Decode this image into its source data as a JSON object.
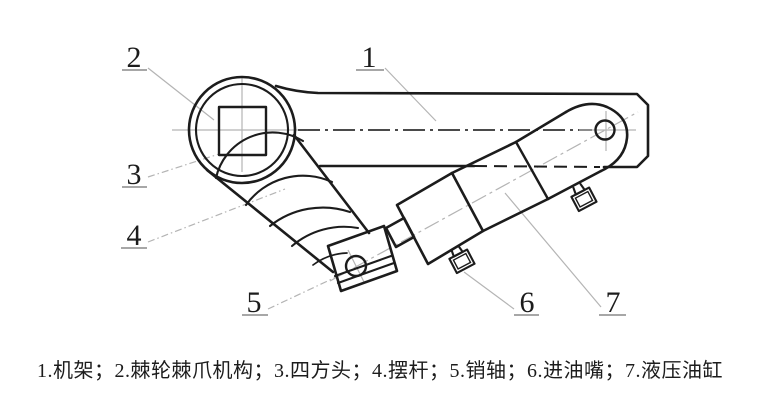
{
  "figure": {
    "kind": "mechanical engineering drawing",
    "caption": "1.机架；2.棘轮棘爪机构；3.四方头；4.摆杆；5.销轴；6.进油嘴；7.液压油缸",
    "labels": [
      {
        "num": "1",
        "part": "机架"
      },
      {
        "num": "2",
        "part": "棘轮棘爪机构"
      },
      {
        "num": "3",
        "part": "四方头"
      },
      {
        "num": "4",
        "part": "摆杆"
      },
      {
        "num": "5",
        "part": "销轴"
      },
      {
        "num": "6",
        "part": "进油嘴"
      },
      {
        "num": "7",
        "part": "液压油缸"
      }
    ],
    "colors": {
      "background": "#ffffff",
      "line": "#1c1c1c",
      "centerline": "#4a4a4a",
      "thin": "#b4b4b4",
      "underline": "#8a8a8a",
      "text": "#1c1c1c"
    }
  }
}
